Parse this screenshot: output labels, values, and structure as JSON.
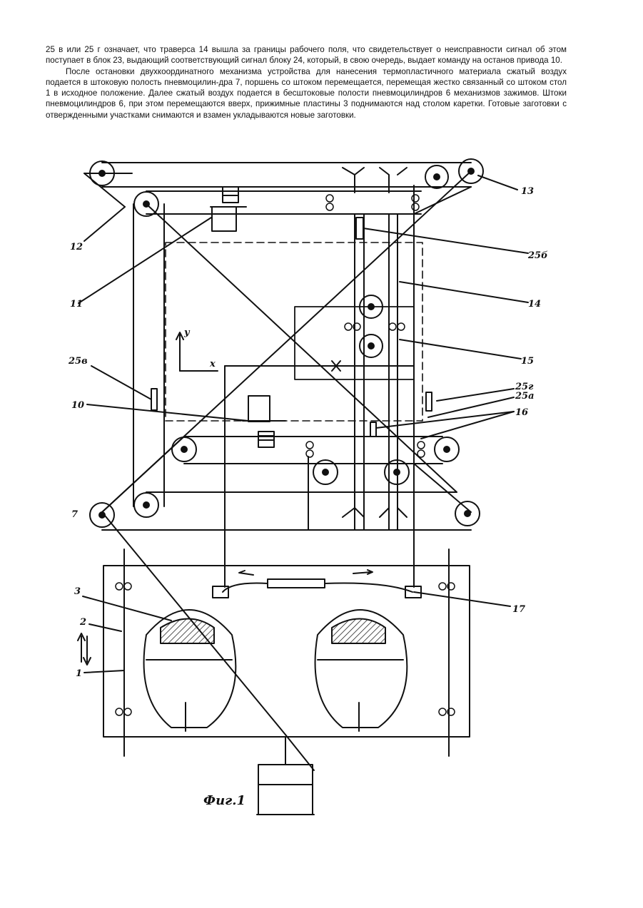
{
  "text": {
    "paragraph1": "25 в или 25 г означает, что траверса 14 вышла за границы рабочего поля, что свидетельствует о неисправности сигнал об этом поступает в блок 23, выдающий соответствующий сигнал блоку 24, который, в свою очередь, выдает команду на останов привода 10.",
    "paragraph2": "После остановки двухкоординатного механизма устройства для нанесения термопластичного материала сжатый воздух подается в штоковую полость пневмоцилин-дра 7, поршень со штоком перемещается, перемещая жестко связанный со штоком стол 1 в исходное положение. Далее сжатый воздух подается в бесштоковые полости пневмоцилиндров 6 механизмов зажимов. Штоки пневмоцилиндров 6, при этом перемещаются вверх, прижимные пластины 3 поднимаются над столом каретки. Готовые заготовки с отвержденными участками снимаются и взамен укладываются новые заготовки."
  },
  "figure": {
    "labels": {
      "l12": "12",
      "l13": "13",
      "l11": "11",
      "l25b": "25б",
      "l14": "14",
      "l15": "15",
      "l25v": "25в",
      "l25g": "25г",
      "l25a": "25а",
      "l10": "10",
      "l16": "16",
      "l7": "7",
      "l3": "3",
      "l2": "2",
      "l1": "1",
      "l17": "17",
      "axis_y": "y",
      "axis_x": "x"
    },
    "caption": "Фиг.1"
  }
}
